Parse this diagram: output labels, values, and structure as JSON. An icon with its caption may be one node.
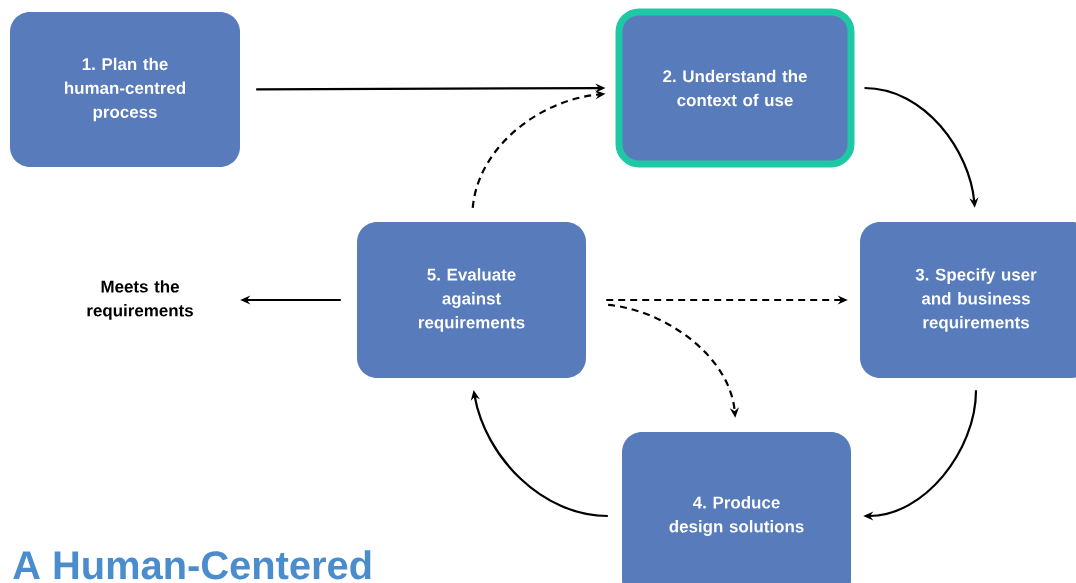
{
  "diagram": {
    "title": "A Human-Centered",
    "nodes": [
      {
        "text": [
          "1. Plan the human-centred process"
        ]
      },
      {
        "text": [
          "2. Understand the context of use"
        ]
      },
      {
        "text": [
          "3. Specify user and business requirements"
        ]
      },
      {
        "text": [
          "4. Produce design solutions"
        ]
      },
      {
        "text": [
          "5. Evaluate against requirements"
        ]
      },
      {
        "text": [
          "Meets the requirements"
        ]
      }
    ],
    "edges": [
      {
        "from": 0,
        "to": 1,
        "arrow": "to"
      },
      {
        "from": 1,
        "to": 2,
        "arrow": "to"
      },
      {
        "from": 2,
        "to": 3,
        "arrow": "to"
      },
      {
        "from": 3,
        "to": 4,
        "arrow": "to"
      },
      {
        "from": 4,
        "to": 1,
        "arrow": "to",
        "style": "dashed"
      },
      {
        "from": 4,
        "to": 2,
        "arrow": "to",
        "style": "dashed"
      },
      {
        "from": 4,
        "to": 3,
        "arrow": "to",
        "style": "dashed"
      },
      {
        "from": 4,
        "to": 5,
        "arrow": "to"
      }
    ]
  }
}
